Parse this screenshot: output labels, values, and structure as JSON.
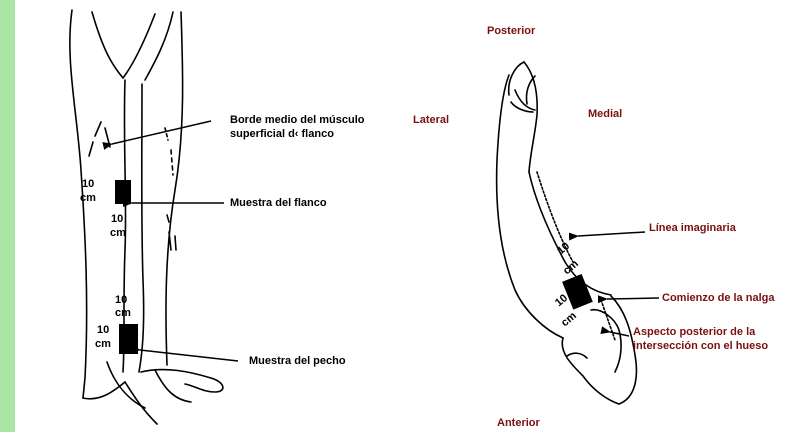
{
  "background_color": "#a9e6a4",
  "accent_text_color": "#7a1010",
  "left_figure": {
    "labels": {
      "borde": "Borde medio del músculo",
      "borde2": "superficial d‹  flanco",
      "muestra_flanco": "Muestra del flanco",
      "muestra_pecho": "Muestra del pecho"
    },
    "measures": {
      "m1a": "10",
      "m1b": "cm",
      "m2a": "10",
      "m2b": "cm",
      "m3a": "10",
      "m3b": "cm",
      "m4a": "10",
      "m4b": "cm"
    }
  },
  "right_figure": {
    "orientation": {
      "posterior": "Posterior",
      "anterior": "Anterior",
      "lateral": "Lateral",
      "medial": "Medial"
    },
    "labels": {
      "linea": "Línea imaginaria",
      "comienzo": "Comienzo de la nalga",
      "aspecto1": "Aspecto posterior de la",
      "aspecto2": "intersección con el hueso"
    },
    "measures": {
      "m1a": "10",
      "m1b": "cm",
      "m2a": "10",
      "m2b": "cm"
    }
  }
}
